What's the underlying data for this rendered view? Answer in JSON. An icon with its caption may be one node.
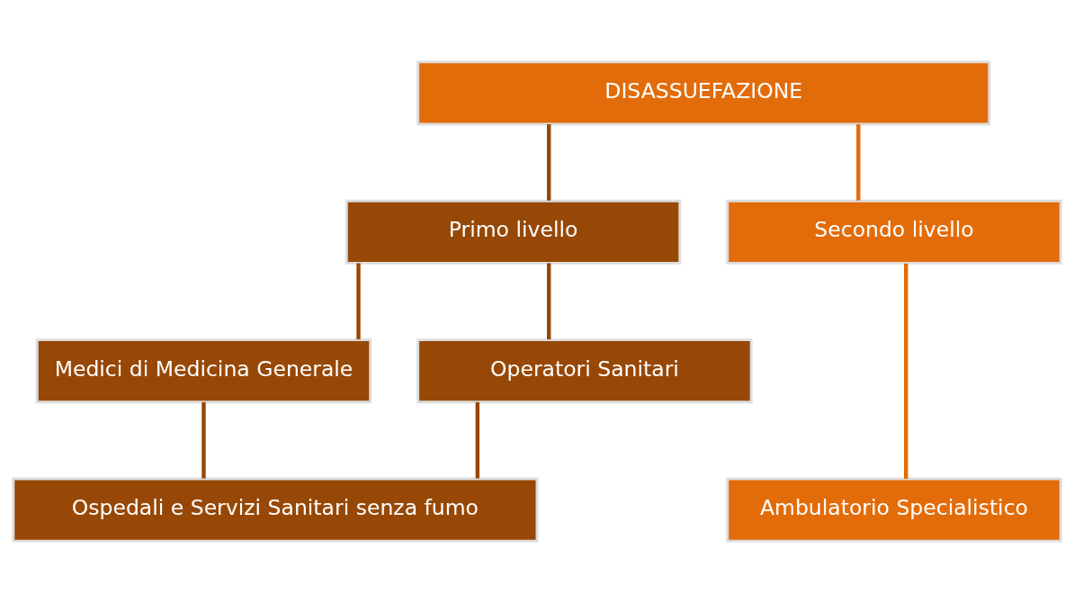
{
  "diagram": {
    "nodes": [
      {
        "text": [
          "DISASSUEFAZIONE"
        ]
      },
      {
        "text": [
          "Primo livello"
        ]
      },
      {
        "text": [
          "Secondo livello"
        ]
      },
      {
        "text": [
          "Medici di Medicina Generale"
        ]
      },
      {
        "text": [
          "Operatori Sanitari"
        ]
      },
      {
        "text": [
          "Ospedali e Servizi Sanitari senza fumo"
        ]
      },
      {
        "text": [
          "Ambulatorio Specialistico"
        ]
      }
    ],
    "edges": [
      {
        "from": 0,
        "to": 1,
        "arrow": "none"
      },
      {
        "from": 0,
        "to": 2,
        "arrow": "none",
        "color": "#e36c0a"
      },
      {
        "from": 1,
        "to": 3,
        "arrow": "none"
      },
      {
        "from": 1,
        "to": 4,
        "arrow": "none"
      },
      {
        "from": 3,
        "to": 5,
        "arrow": "none"
      },
      {
        "from": 4,
        "to": 5,
        "arrow": "none"
      },
      {
        "from": 2,
        "to": 6,
        "arrow": "none",
        "color": "#e36c0a"
      }
    ]
  }
}
